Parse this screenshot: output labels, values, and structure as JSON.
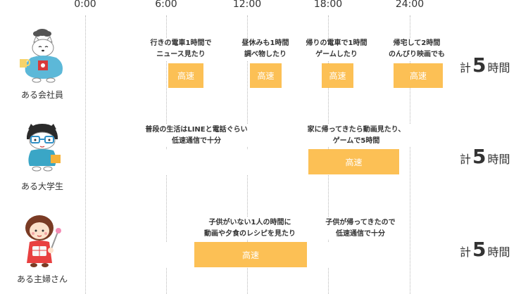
{
  "axis": {
    "ticks": [
      "0:00",
      "6:00",
      "12:00",
      "18:00",
      "24:00"
    ]
  },
  "rows": [
    {
      "person": "ある会社員",
      "notes": [
        {
          "text": "行きの電車1時間で\nニュース見たり"
        },
        {
          "text": "昼休みも1時間\n調べ物したり"
        },
        {
          "text": "帰りの電車で1時間\nゲームしたり"
        },
        {
          "text": "帰宅して2時間\nのんびり映画でも"
        }
      ],
      "segments": [
        {
          "label": "高速"
        },
        {
          "label": "高速"
        },
        {
          "label": "高速"
        },
        {
          "label": "高速"
        }
      ],
      "total": {
        "prefix": "計",
        "value": "5",
        "unit": "時間"
      }
    },
    {
      "person": "ある大学生",
      "notes": [
        {
          "text": "普段の生活はLINEと電話ぐらい\n低速通信で十分"
        },
        {
          "text": "家に帰ってきたら動画見たり、\nゲームで5時間"
        }
      ],
      "segments": [
        {
          "label": "高速"
        }
      ],
      "total": {
        "prefix": "計",
        "value": "5",
        "unit": "時間"
      }
    },
    {
      "person": "ある主婦さん",
      "notes": [
        {
          "text": "子供がいない1人の時間に\n動画や夕食のレシピを見たり"
        },
        {
          "text": "子供が帰ってきたので\n低速通信で十分"
        }
      ],
      "segments": [
        {
          "label": "高速"
        }
      ],
      "total": {
        "prefix": "計",
        "value": "5",
        "unit": "時間"
      }
    }
  ],
  "colors": {
    "fast": "#fcc055",
    "text": "#333333",
    "grid": "#b8b8b8"
  },
  "icons": [
    "office-worker-cat-avatar",
    "student-cat-avatar",
    "housewife-avatar"
  ]
}
